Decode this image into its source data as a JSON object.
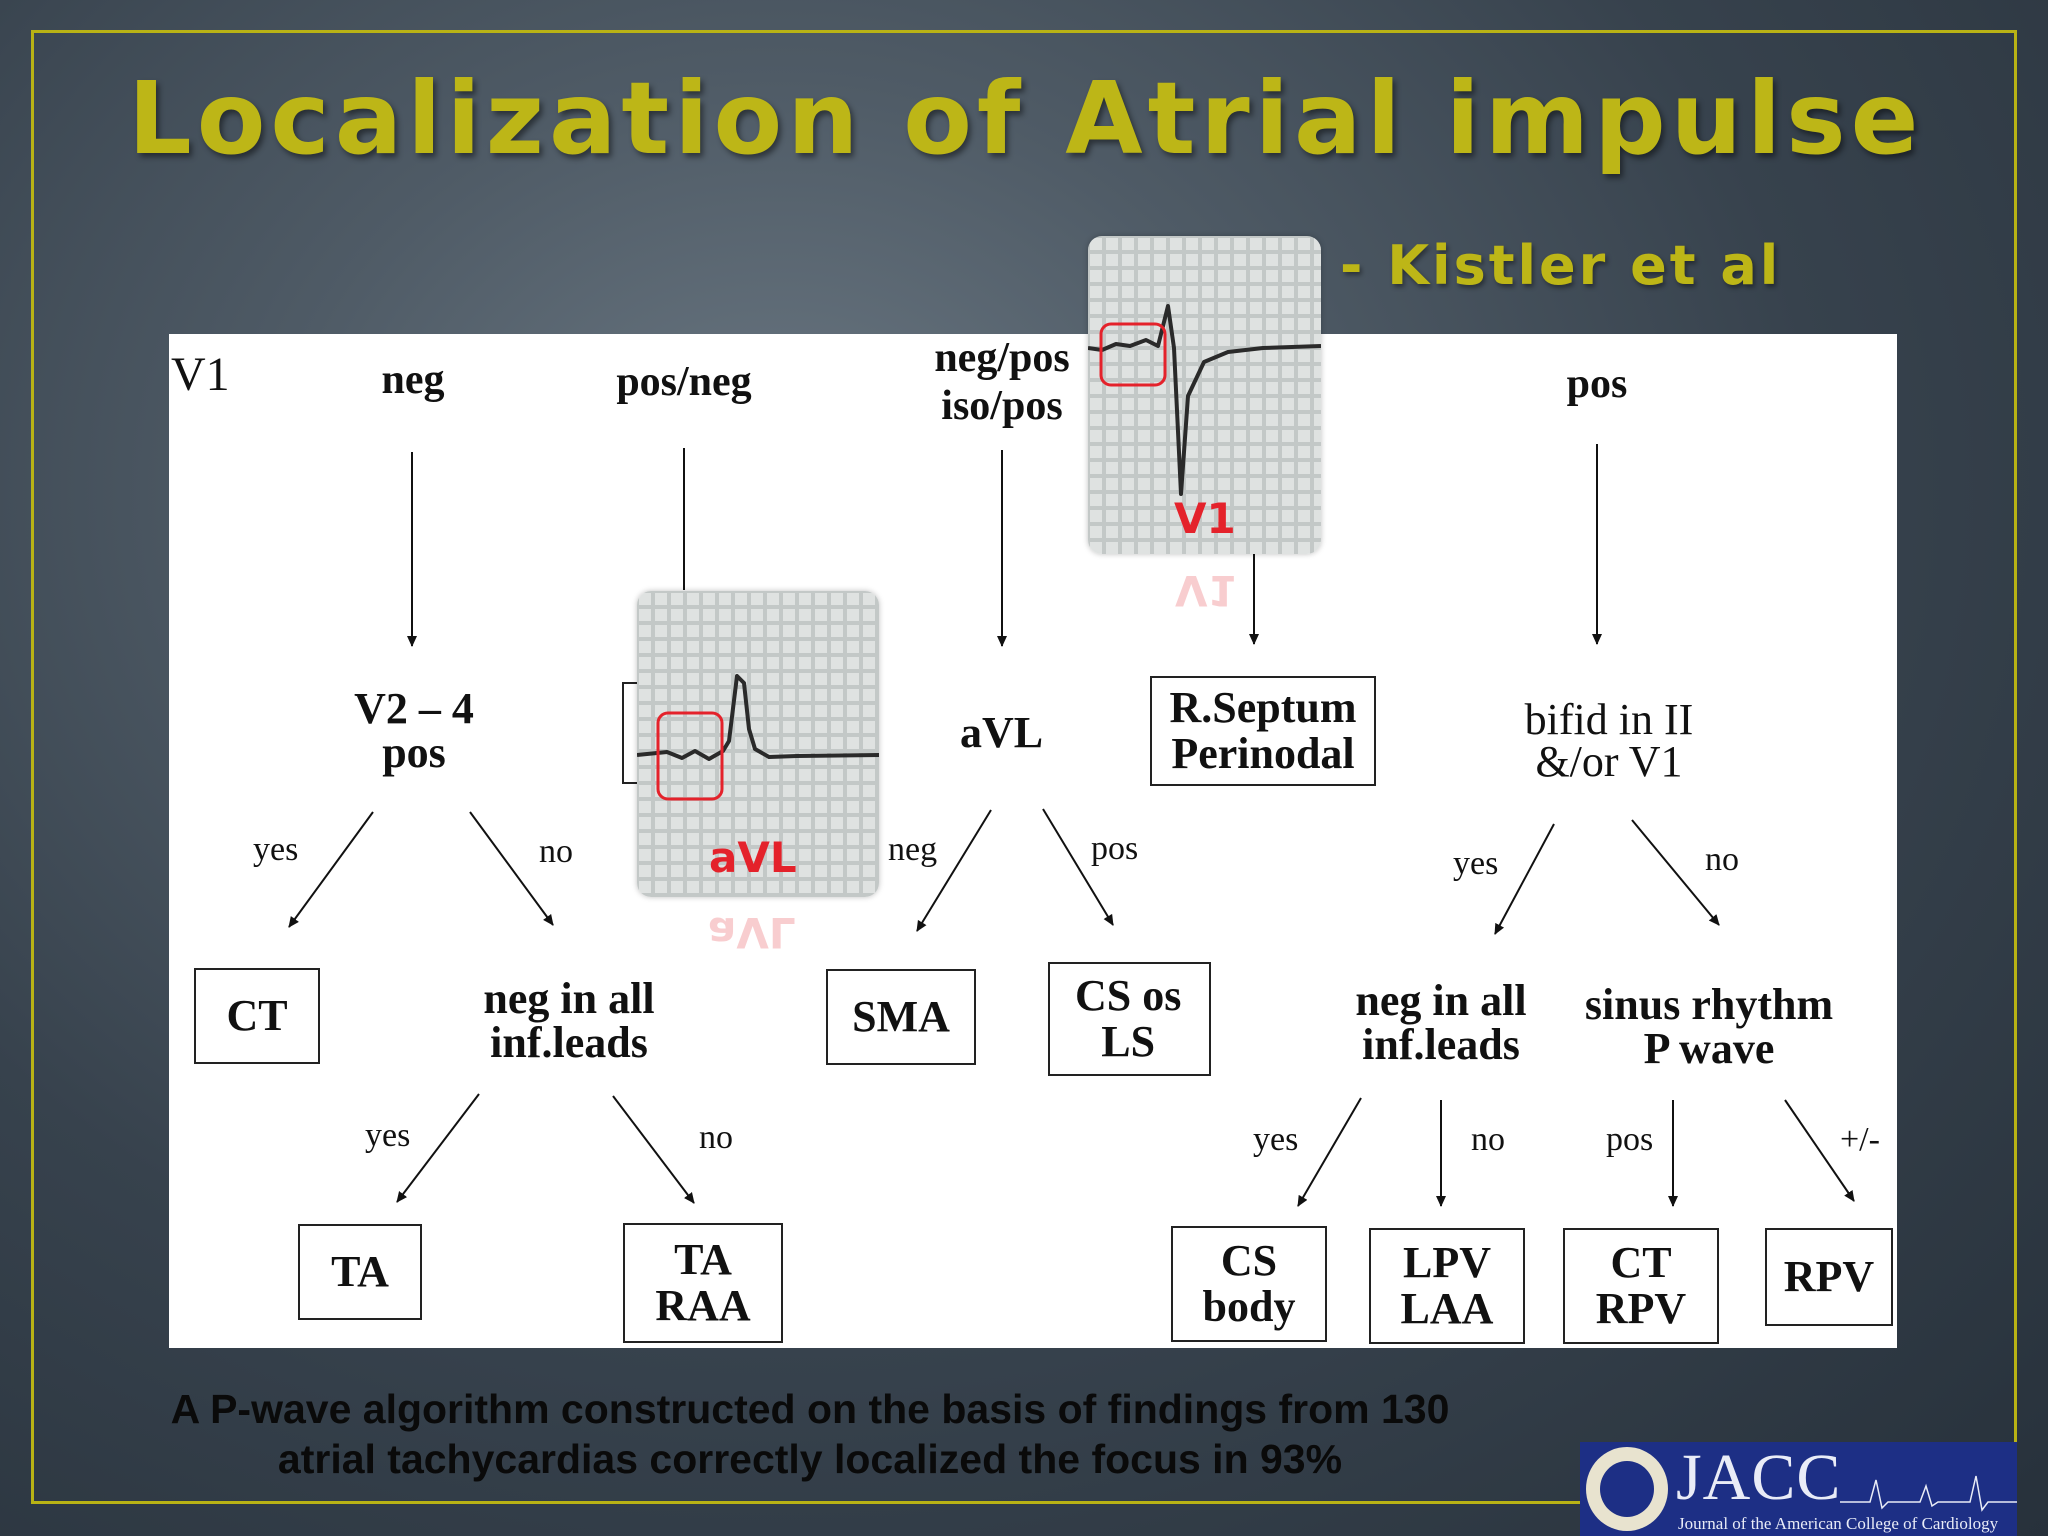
{
  "slide": {
    "title": "Localization of Atrial impulse",
    "subtitle": "-  Kistler et al",
    "caption_line1": "A P-wave algorithm constructed on the basis of findings from 130",
    "caption_line2": "atrial tachycardias correctly localized the focus in 93%",
    "accent_color": "#bdb617"
  },
  "diagram": {
    "lead_label": "V1",
    "top": {
      "neg": "neg",
      "posneg": "pos/neg",
      "negpos": "neg/pos",
      "isopos": "iso/pos",
      "pos": "pos"
    },
    "nodes": {
      "v24_l1": "V2 – 4",
      "v24_l2": "pos",
      "avl": "aVL",
      "rsep_l1": "R.Septum",
      "rsep_l2": "Perinodal",
      "bifid_l1": "bifid in II",
      "bifid_l2": "&/or V1",
      "negall_l1": "neg in all",
      "negall_l2": "inf.leads",
      "negall2_l1": "neg in all",
      "negall2_l2": "inf.leads",
      "sinus_l1": "sinus rhythm",
      "sinus_l2": "P wave"
    },
    "outcomes": {
      "ct": "CT",
      "sma": "SMA",
      "csos_l1": "CS os",
      "csos_l2": "LS",
      "ta": "TA",
      "taraa_l1": "TA",
      "taraa_l2": "RAA",
      "csbody_l1": "CS",
      "csbody_l2": "body",
      "lpv_l1": "LPV",
      "lpv_l2": "LAA",
      "ctrpv_l1": "CT",
      "ctrpv_l2": "RPV",
      "rpv": "RPV"
    },
    "edges": {
      "v24_yes": "yes",
      "v24_no": "no",
      "avl_neg": "neg",
      "avl_pos": "pos",
      "bifid_yes": "yes",
      "bifid_no": "no",
      "negall_yes": "yes",
      "negall_no": "no",
      "negall2_yes": "yes",
      "negall2_no": "no",
      "sinus_pos": "pos",
      "sinus_pm": "+/-"
    },
    "ecg_insets": {
      "avl_label": "aVL",
      "v1_label": "V1",
      "highlight_color": "#e4222b"
    }
  },
  "logo": {
    "name": "JACC",
    "subtitle": "Journal of the American College of Cardiology"
  }
}
